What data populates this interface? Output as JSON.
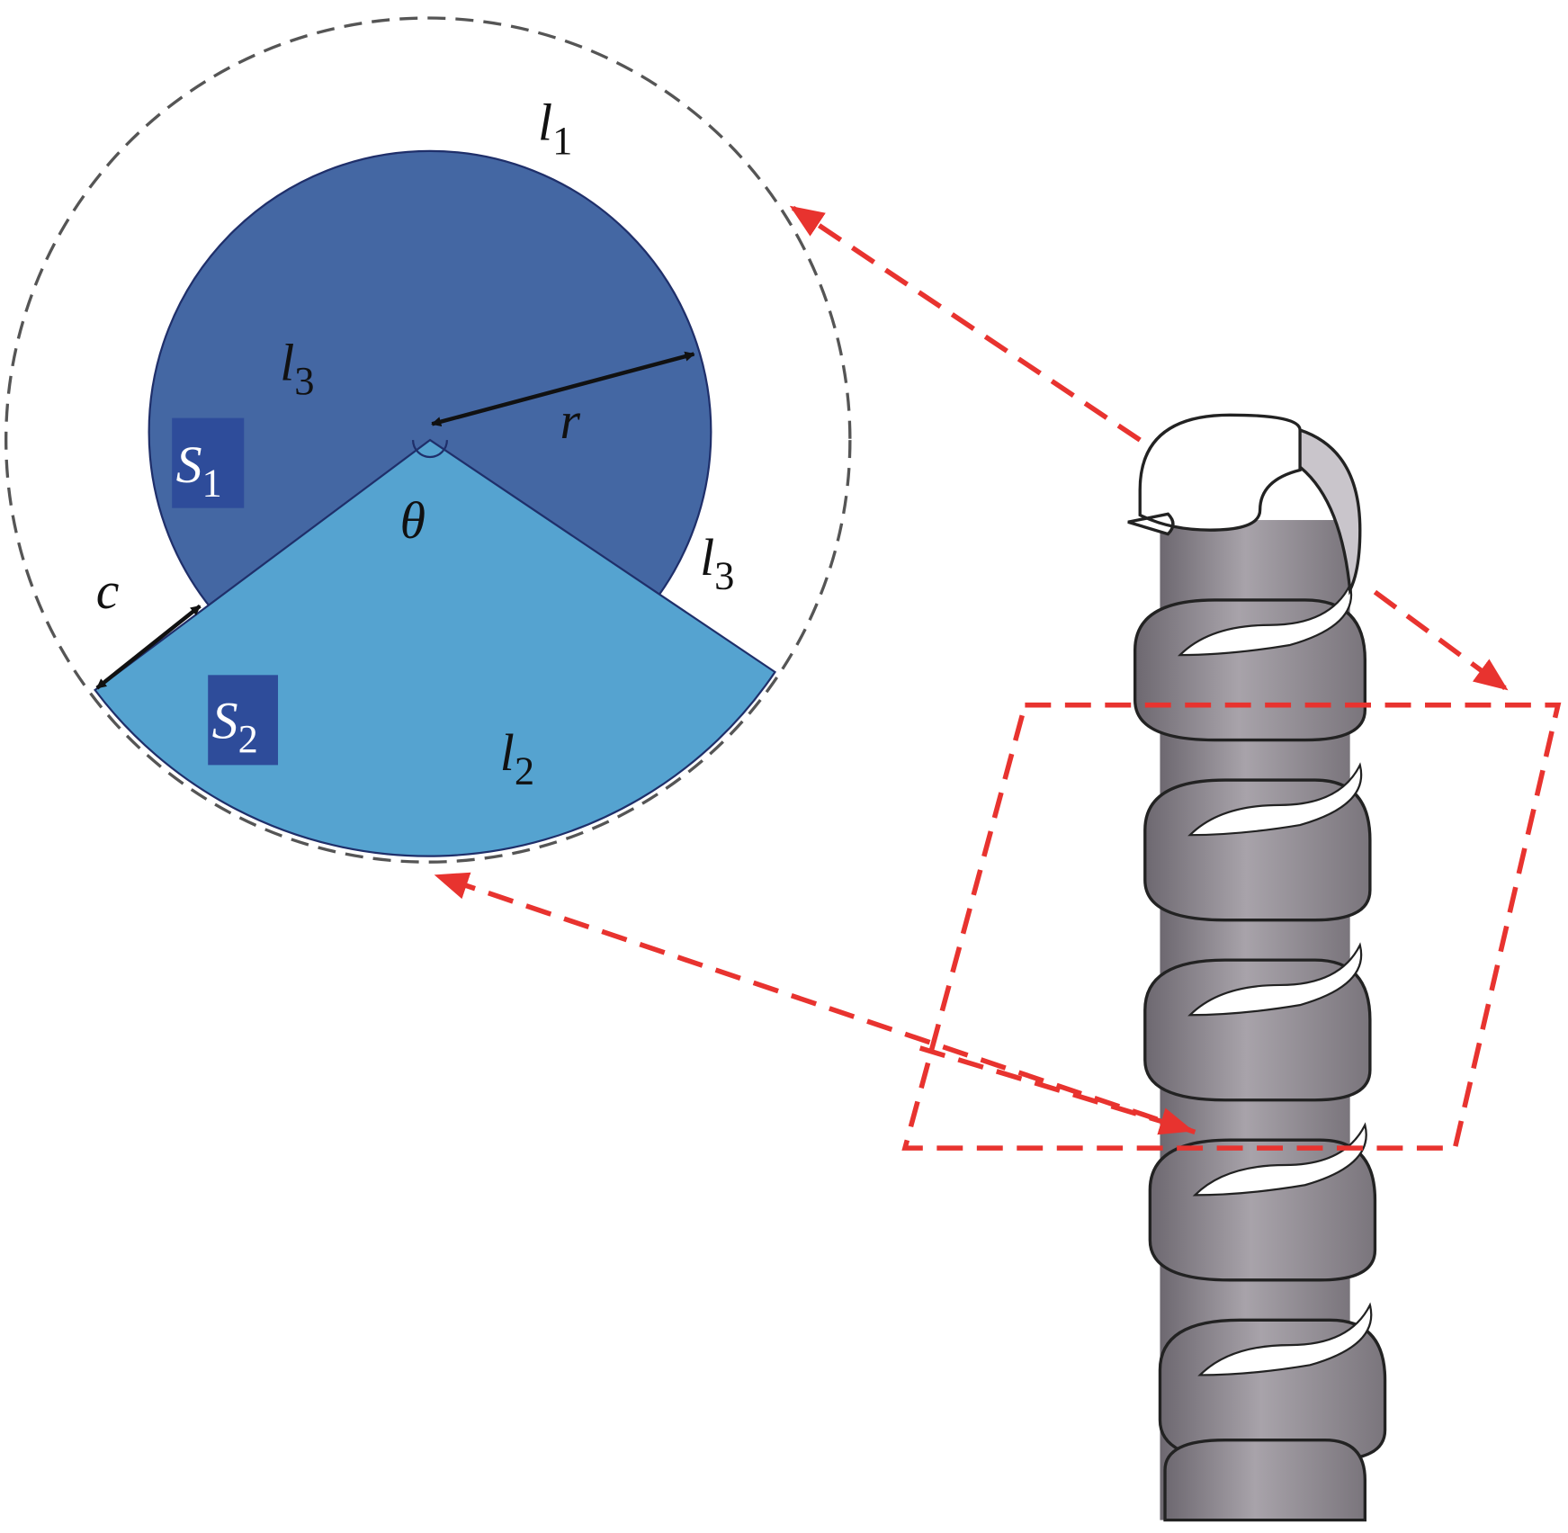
{
  "labels": {
    "l1": "l",
    "l1_sub": "1",
    "l3_upper": "l",
    "l3_upper_sub": "3",
    "l3_right": "l",
    "l3_right_sub": "3",
    "l2": "l",
    "l2_sub": "2",
    "r": "r",
    "theta": "θ",
    "c": "c",
    "S1": "S",
    "S1_sub": "1",
    "S2": "S",
    "S2_sub": "2"
  },
  "colors": {
    "dark_blue": "#4467a3",
    "light_blue": "#55a3d0",
    "label_box": "#2e4c9a",
    "red_dash": "#e8332f",
    "outline_dash": "#555555",
    "spring_gray": "#8e8a90"
  }
}
